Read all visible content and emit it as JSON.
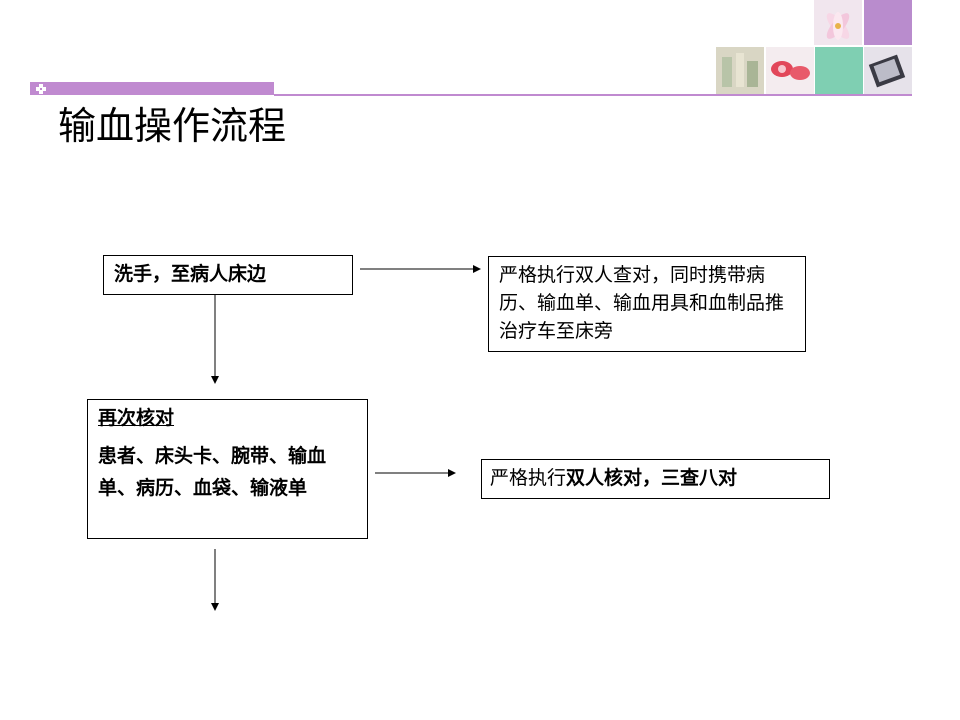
{
  "title": "输血操作流程",
  "steps": {
    "wash": "洗手，至病人床边",
    "strict1": "严格执行双人查对，同时携带病历、输血单、输血用具和血制品推治疗车至床旁",
    "recheck_title": "再次核对",
    "recheck_body": "患者、床头卡、腕带、输血单、病历、血袋、输液单",
    "strict2_prefix": "严格执行",
    "strict2_emph": "双人核对，三查八对"
  },
  "colors": {
    "accent": "#c08ad0",
    "tile_purple": "#b98ccd",
    "tile_green": "#7fcfb2",
    "tile_light": "#dcc6e4"
  }
}
